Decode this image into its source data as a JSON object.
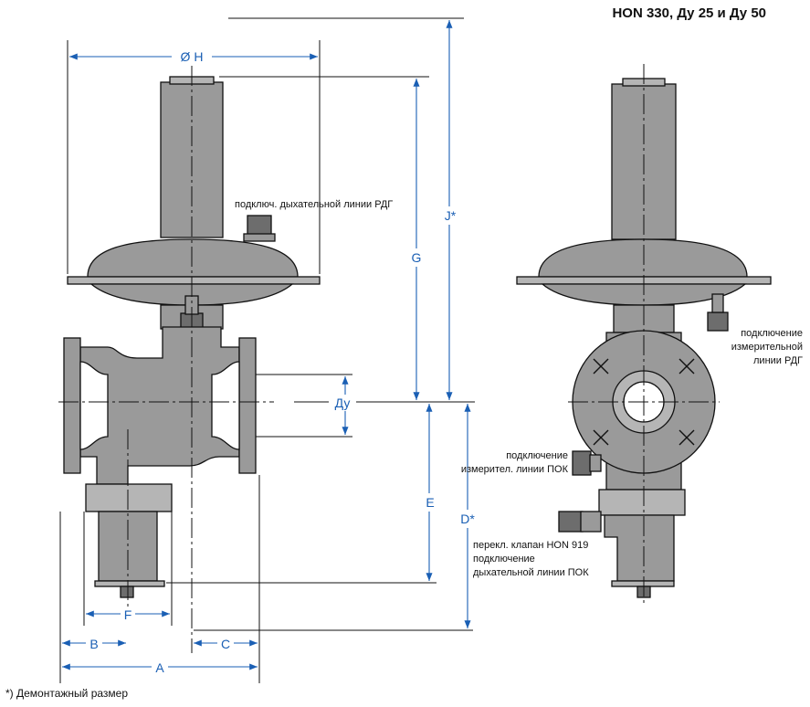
{
  "title": "HON 330, Ду 25 и Ду 50",
  "footnote": "*) Демонтажный размер",
  "dimensions": {
    "H": "Ø H",
    "G": "G",
    "J": "J*",
    "Dn": "Ду",
    "E": "E",
    "D": "D*",
    "F": "F",
    "B": "B",
    "C": "C",
    "A": "A"
  },
  "labels": {
    "breath_rdg": "подключ. дыхательной линии РДГ",
    "meas_rdg": [
      "подключение",
      "измерительной",
      "линии РДГ"
    ],
    "meas_pok": [
      "подключение",
      "измерител. линии ПОК"
    ],
    "valve_919": [
      "перекл. клапан HON 919",
      "подключение",
      "дыхательной линии ПОК"
    ]
  },
  "colors": {
    "dimension": "#1a5fb4",
    "body": "#9a9a9a",
    "outline": "#111111"
  }
}
